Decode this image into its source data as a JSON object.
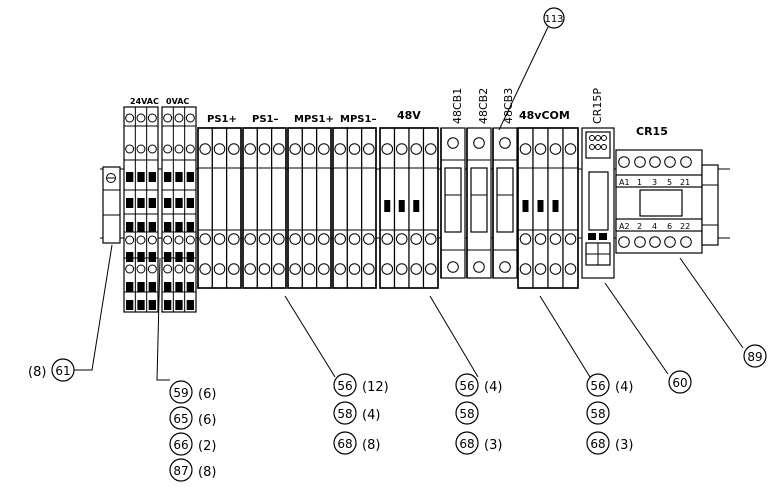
{
  "diagram": {
    "header_labels": {
      "v24ac": "24VAC",
      "v0ac": "0VAC",
      "ps1p": "PS1+",
      "ps1m": "PS1–",
      "mps1p": "MPS1+",
      "mps1m": "MPS1–",
      "v48": "48V",
      "cb1": "48CB1",
      "cb2": "48CB2",
      "cb3": "48CB3",
      "com48": "48vCOM",
      "cr15p": "CR15P",
      "cr15": "CR15"
    },
    "relay_terminals_top": [
      "A1",
      "1",
      "3",
      "5",
      "21"
    ],
    "relay_terminals_bottom": [
      "A2",
      "2",
      "4",
      "6",
      "22"
    ],
    "balloons": {
      "b113": "113",
      "b8": "(8)",
      "b61": "61",
      "b59": "59",
      "q59": "(6)",
      "b65": "65",
      "q65": "(6)",
      "b66": "66",
      "q66": "(2)",
      "b87": "87",
      "q87": "(8)",
      "ps_56": "56",
      "ps_q56": "(12)",
      "ps_58": "58",
      "ps_q58": "(4)",
      "ps_68": "68",
      "ps_q68": "(8)",
      "v48_56": "56",
      "v48_q56": "(4)",
      "v48_58": "58",
      "v48_68": "68",
      "v48_q68": "(3)",
      "com_56": "56",
      "com_q56": "(4)",
      "com_58": "58",
      "com_68": "68",
      "com_q68": "(3)",
      "b60": "60",
      "b89": "89"
    }
  }
}
